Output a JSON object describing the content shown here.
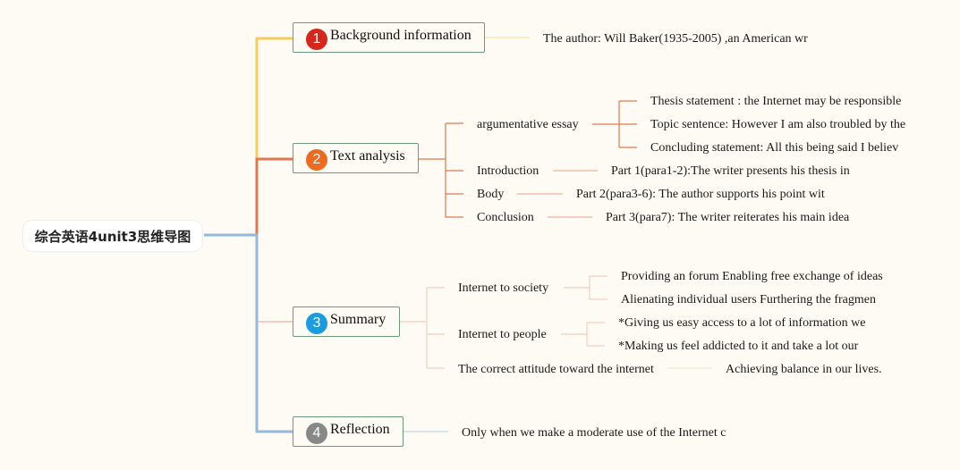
{
  "root": {
    "label": "综合英语4unit3思维导图"
  },
  "branches": {
    "background": {
      "number": "1",
      "label": "Background information",
      "color": "#f5cd5c",
      "badge_color": "#d7261b",
      "detail": "The author: Will Baker(1935-2005) ,an American wr"
    },
    "text_analysis": {
      "number": "2",
      "label": "Text analysis",
      "color": "#e1784f",
      "badge_color": "#ec6b1e",
      "argumentative": {
        "label": "argumentative essay",
        "items": [
          "Thesis statement : the Internet may be responsible",
          "Topic sentence: However I am also troubled by the",
          "Concluding statement: All this being said I believ"
        ]
      },
      "introduction": {
        "label": "Introduction",
        "detail": "Part 1(para1-2):The writer presents his thesis in"
      },
      "body": {
        "label": "Body",
        "detail": "Part 2(para3-6): The author supports his point wit"
      },
      "conclusion": {
        "label": "Conclusion",
        "detail": "Part 3(para7): The writer reiterates his main idea"
      }
    },
    "summary": {
      "number": "3",
      "label": "Summary",
      "color": "#f5cdbf",
      "badge_color": "#1b9be0",
      "society": {
        "label": "Internet to society",
        "items": [
          "Providing an forum Enabling free exchange of ideas",
          "Alienating individual users Furthering the fragmen"
        ]
      },
      "people": {
        "label": "Internet to people",
        "items": [
          "*Giving us easy access to a lot of information we",
          "*Making us feel addicted to it and take a lot our"
        ]
      },
      "attitude": {
        "label": "The correct attitude toward the internet",
        "detail": "Achieving balance in our lives."
      }
    },
    "reflection": {
      "number": "4",
      "label": "Reflection",
      "color": "#94b9de",
      "badge_color": "#888888",
      "detail": "Only when we make a moderate use of the Internet c"
    }
  }
}
